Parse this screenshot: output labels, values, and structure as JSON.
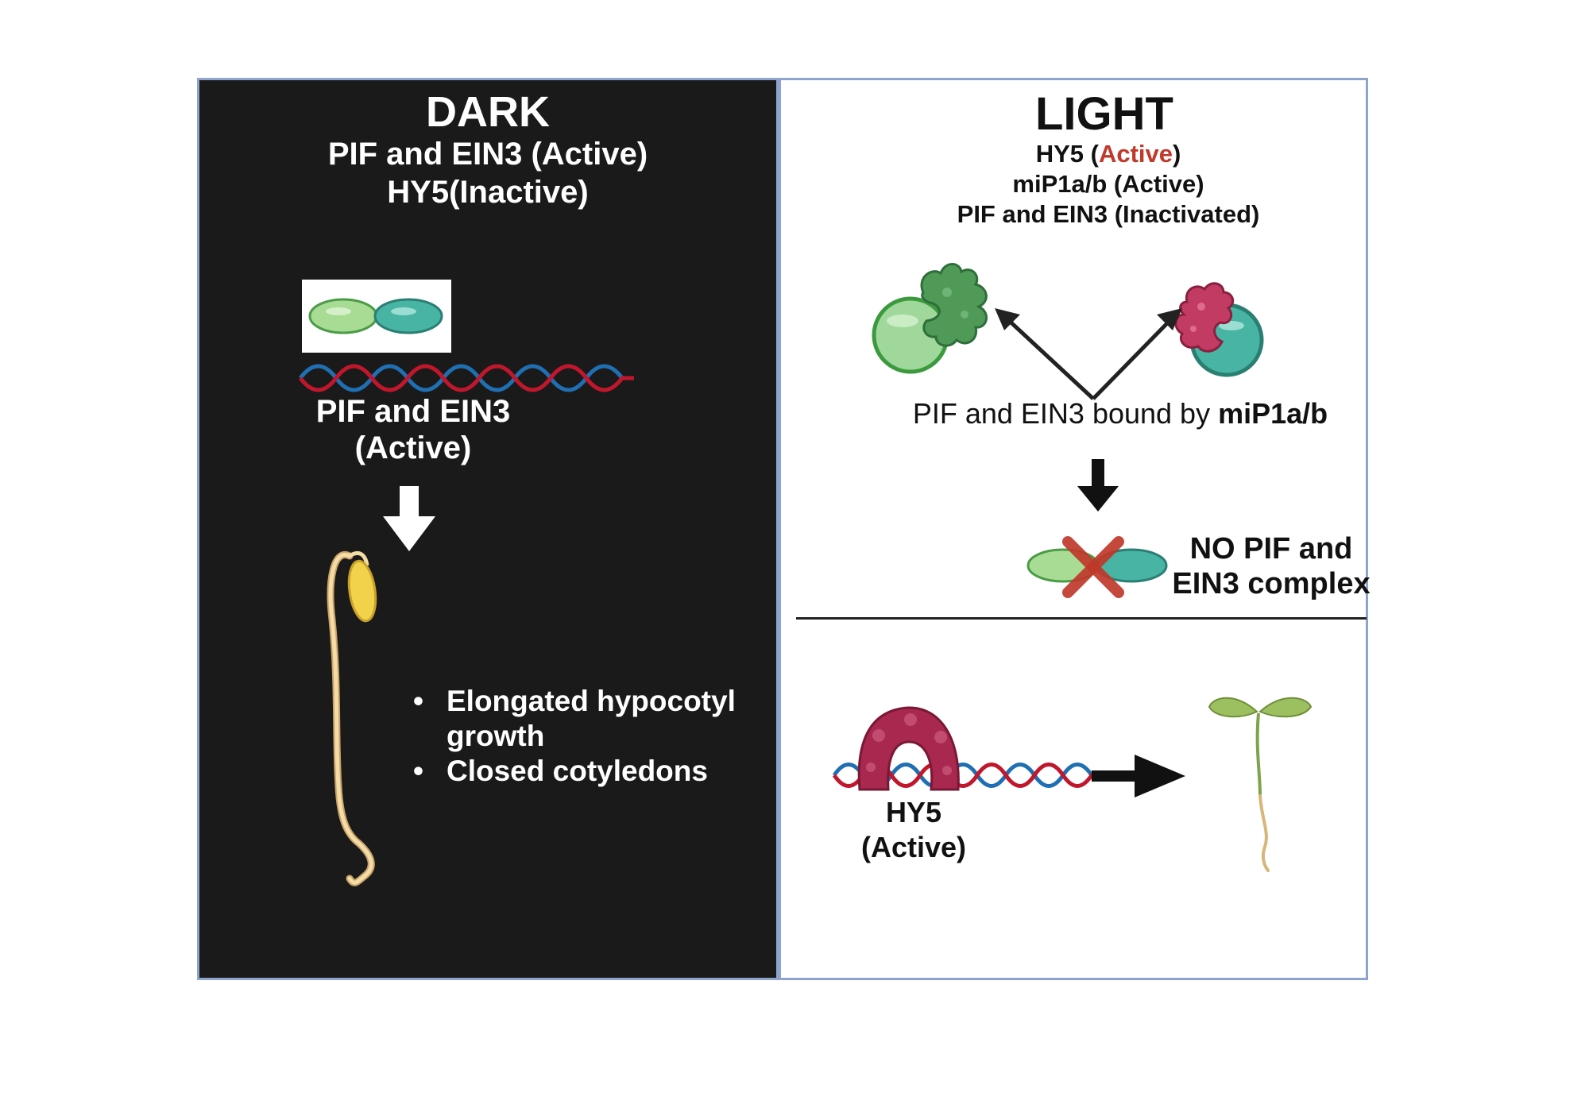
{
  "dark_panel": {
    "title": "DARK",
    "subtitle_line1": "PIF and EIN3 (Active)",
    "subtitle_line2": "HY5(Inactive)",
    "complex_label_line1": "PIF and EIN3",
    "complex_label_line2": "(Active)",
    "outcomes": [
      "Elongated hypocotyl",
      "growth",
      "Closed cotyledons"
    ]
  },
  "light_panel": {
    "title": "LIGHT",
    "status_hy5_prefix": "HY5 (",
    "status_hy5_active": "Active",
    "status_hy5_suffix": ")",
    "status_mip": "miP1a/b (Active)",
    "status_pif": "PIF and EIN3 (Inactivated)",
    "bound_text_prefix": "PIF and EIN3 bound by ",
    "bound_text_bold": "miP1a/b",
    "no_complex_line1": "NO PIF and",
    "no_complex_line2": "EIN3 complex",
    "hy5_label_line1": "HY5",
    "hy5_label_line2": "(Active)"
  },
  "colors": {
    "dark_bg": "#1a1a1a",
    "border": "#8fa3cf",
    "pif_green": "#8fd18a",
    "ein3_teal": "#3fb0a0",
    "dna_red": "#c0172c",
    "dna_blue": "#1f6fb2",
    "mip_green": "#3f8a48",
    "hy5_magenta": "#a8284f",
    "seed_yellow": "#f2d24b",
    "active_red": "#c0392b"
  },
  "icons": [
    "pif-protein-icon",
    "ein3-protein-icon",
    "dna-helix-icon",
    "down-arrow-icon",
    "seedling-dark-icon",
    "seedling-light-icon",
    "mip-protein-icon",
    "hy5-protein-icon",
    "x-mark-icon"
  ]
}
